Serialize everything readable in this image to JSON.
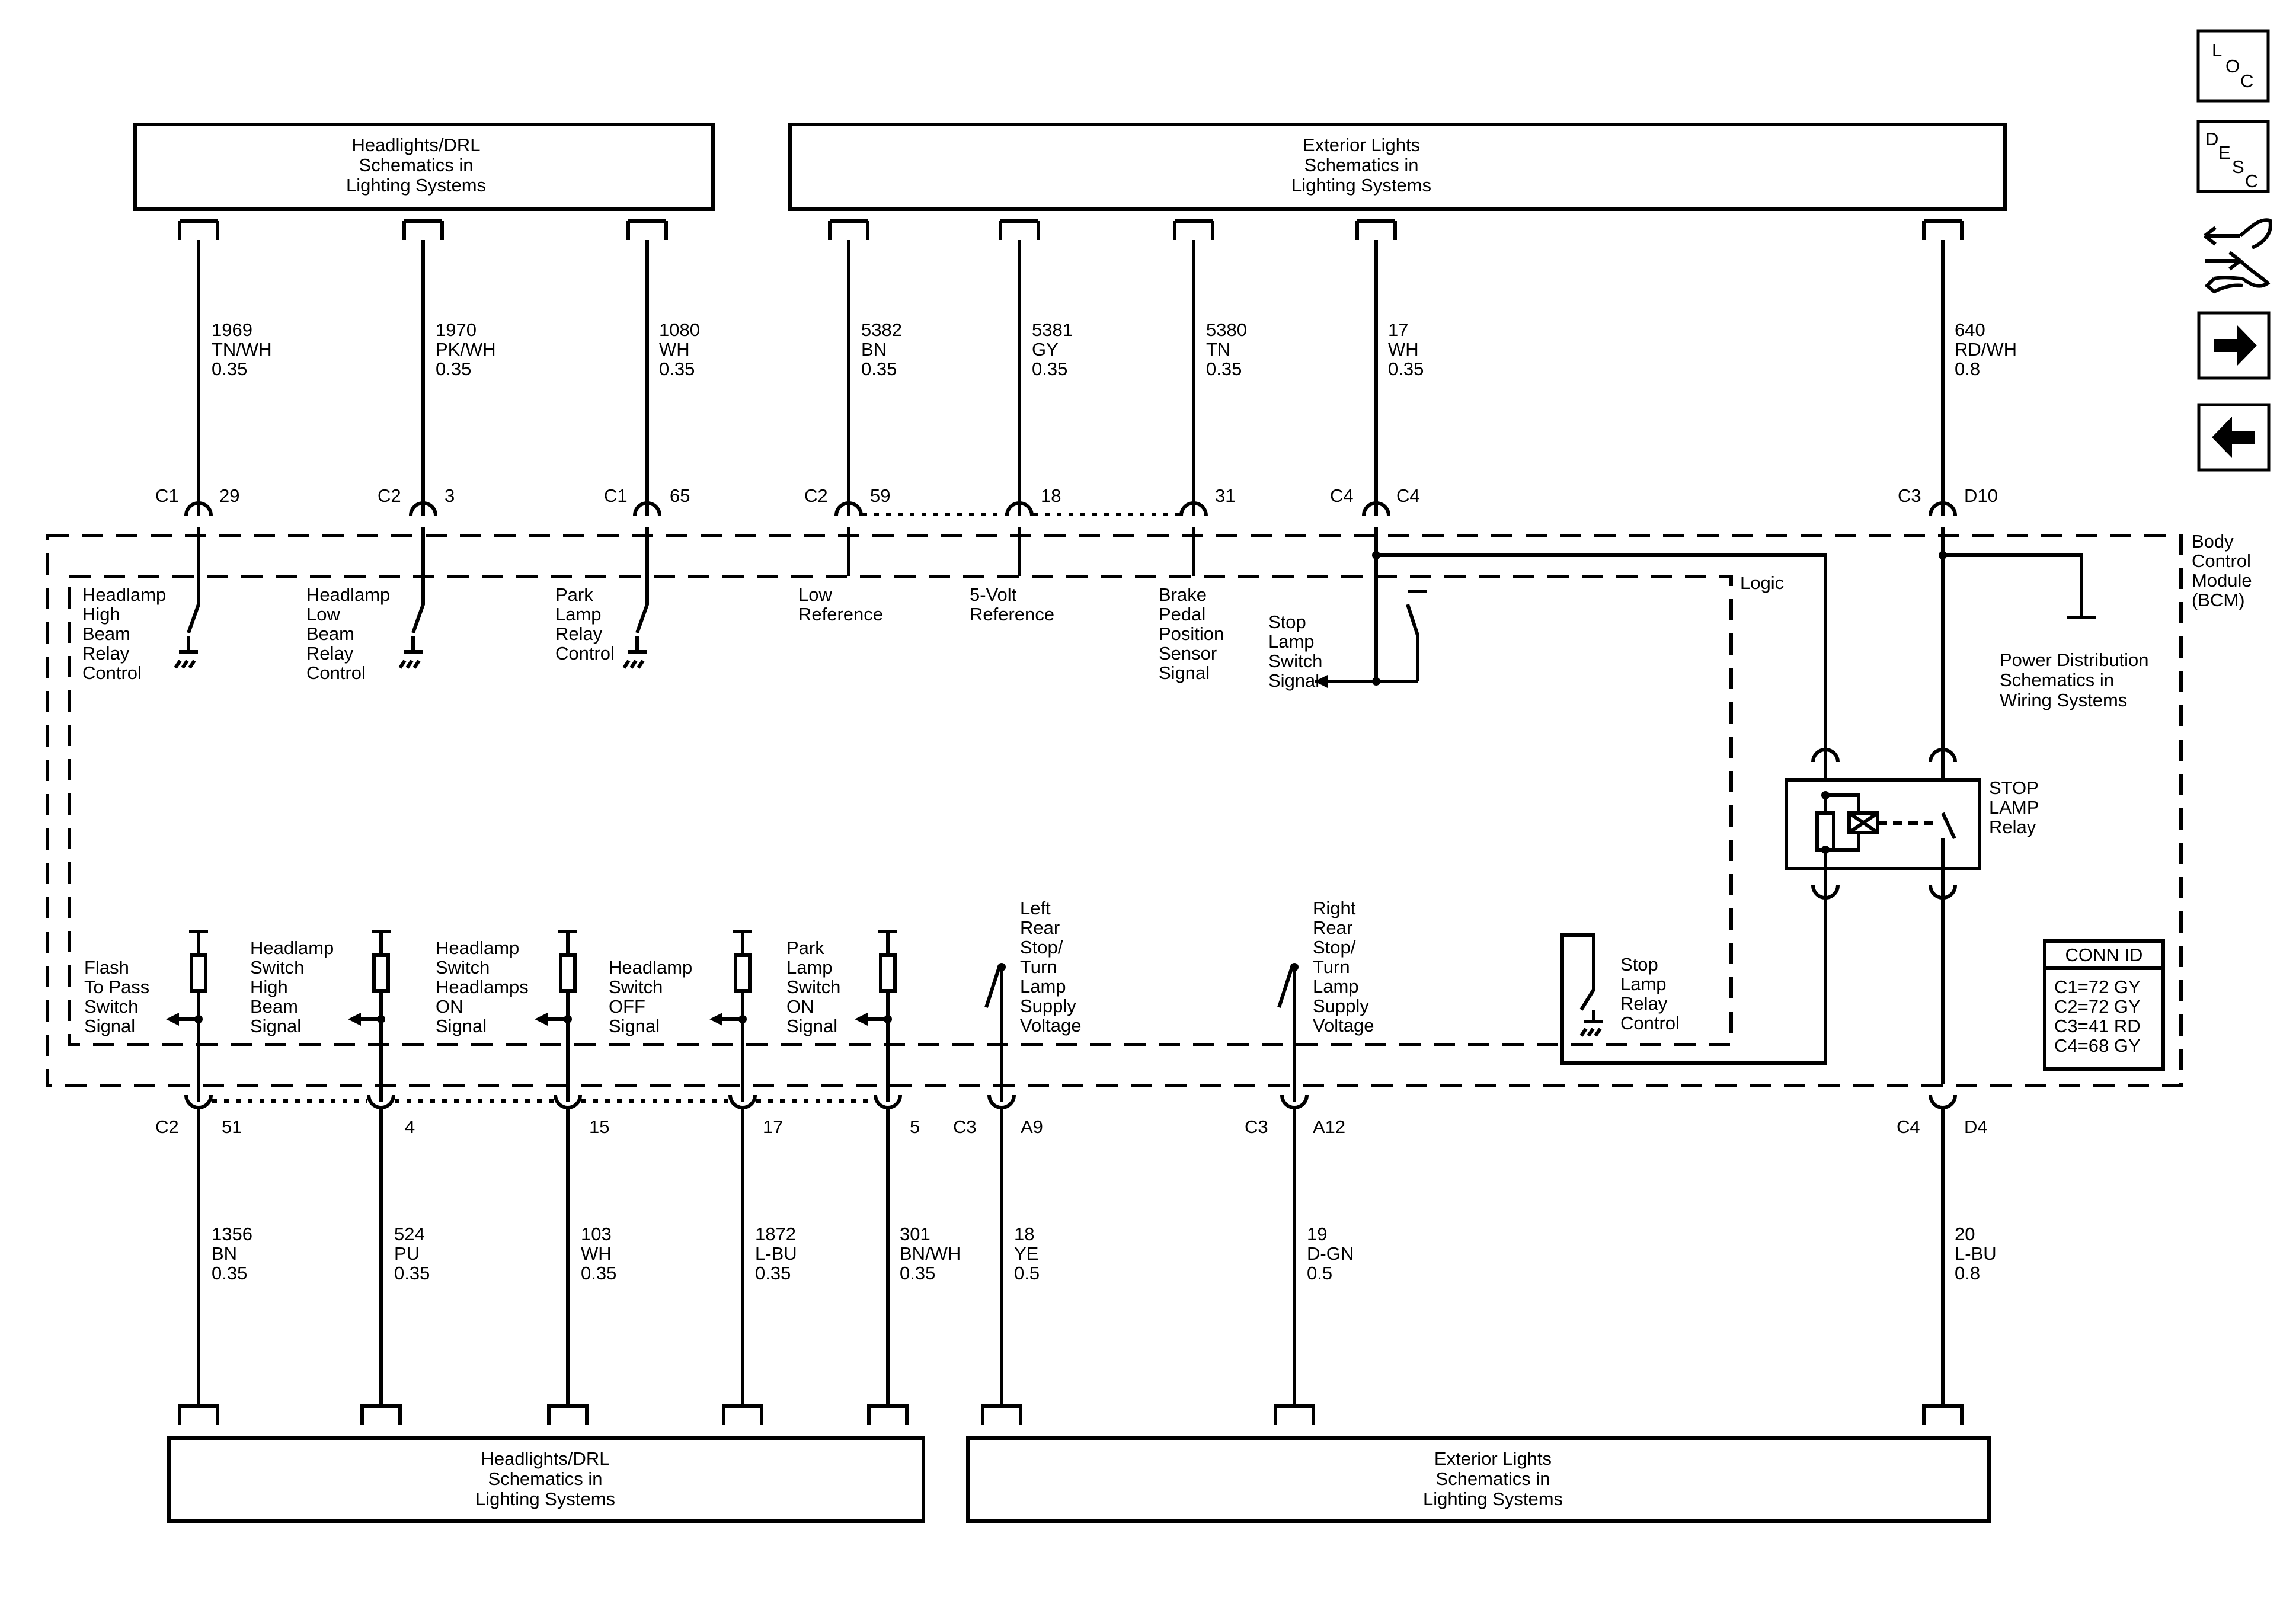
{
  "top_boxes": {
    "headlights": [
      "Headlights/DRL",
      "Schematics in",
      "Lighting Systems"
    ],
    "exterior": [
      "Exterior Lights",
      "Schematics in",
      "Lighting Systems"
    ]
  },
  "bottom_boxes": {
    "headlights": [
      "Headlights/DRL",
      "Schematics in",
      "Lighting Systems"
    ],
    "exterior": [
      "Exterior Lights",
      "Schematics in",
      "Lighting Systems"
    ]
  },
  "top_wires": [
    {
      "circuit": "1969",
      "color": "TN/WH",
      "size": "0.35",
      "conn": "C1",
      "pin": "29"
    },
    {
      "circuit": "1970",
      "color": "PK/WH",
      "size": "0.35",
      "conn": "C2",
      "pin": "3"
    },
    {
      "circuit": "1080",
      "color": "WH",
      "size": "0.35",
      "conn": "C1",
      "pin": "65"
    },
    {
      "circuit": "5382",
      "color": "BN",
      "size": "0.35",
      "conn": "C2",
      "pin": "59"
    },
    {
      "circuit": "5381",
      "color": "GY",
      "size": "0.35",
      "conn": "",
      "pin": "18"
    },
    {
      "circuit": "5380",
      "color": "TN",
      "size": "0.35",
      "conn": "",
      "pin": "31"
    },
    {
      "circuit": "17",
      "color": "WH",
      "size": "0.35",
      "conn": "C4",
      "pin": "C4"
    },
    {
      "circuit": "640",
      "color": "RD/WH",
      "size": "0.8",
      "conn": "C3",
      "pin": "D10"
    }
  ],
  "bottom_wires": [
    {
      "circuit": "1356",
      "color": "BN",
      "size": "0.35",
      "conn": "C2",
      "pin": "51"
    },
    {
      "circuit": "524",
      "color": "PU",
      "size": "0.35",
      "conn": "",
      "pin": "4"
    },
    {
      "circuit": "103",
      "color": "WH",
      "size": "0.35",
      "conn": "",
      "pin": "15"
    },
    {
      "circuit": "1872",
      "color": "L-BU",
      "size": "0.35",
      "conn": "",
      "pin": "17"
    },
    {
      "circuit": "301",
      "color": "BN/WH",
      "size": "0.35",
      "conn": "",
      "pin": "5"
    },
    {
      "circuit": "18",
      "color": "YE",
      "size": "0.5",
      "conn": "C3",
      "pin": "A9"
    },
    {
      "circuit": "19",
      "color": "D-GN",
      "size": "0.5",
      "conn": "C3",
      "pin": "A12"
    },
    {
      "circuit": "20",
      "color": "L-BU",
      "size": "0.8",
      "conn": "C4",
      "pin": "D4"
    }
  ],
  "bcm_label": [
    "Body",
    "Control",
    "Module",
    "(BCM)"
  ],
  "logic_label": "Logic",
  "upper_signals": {
    "high_beam": [
      "Headlamp",
      "High",
      "Beam",
      "Relay",
      "Control"
    ],
    "low_beam": [
      "Headlamp",
      "Low",
      "Beam",
      "Relay",
      "Control"
    ],
    "park": [
      "Park",
      "Lamp",
      "Relay",
      "Control"
    ],
    "low_ref": [
      "Low",
      "Reference"
    ],
    "volt_ref": [
      "5-Volt",
      "Reference"
    ],
    "brake": [
      "Brake",
      "Pedal",
      "Position",
      "Sensor",
      "Signal"
    ],
    "stop_switch": [
      "Stop",
      "Lamp",
      "Switch",
      "Signal"
    ]
  },
  "power_dist": [
    "Power Distribution",
    "Schematics in",
    "Wiring Systems"
  ],
  "stop_relay": [
    "STOP",
    "LAMP",
    "Relay"
  ],
  "lower_signals": {
    "flash": [
      "Flash",
      "To Pass",
      "Switch",
      "Signal"
    ],
    "hs_high": [
      "Headlamp",
      "Switch",
      "High",
      "Beam",
      "Signal"
    ],
    "hs_on": [
      "Headlamp",
      "Switch",
      "Headlamps",
      "ON",
      "Signal"
    ],
    "hs_off": [
      "Headlamp",
      "Switch",
      "OFF",
      "Signal"
    ],
    "park_on": [
      "Park",
      "Lamp",
      "Switch",
      "ON",
      "Signal"
    ],
    "left_rear": [
      "Left",
      "Rear",
      "Stop/",
      "Turn",
      "Lamp",
      "Supply",
      "Voltage"
    ],
    "right_rear": [
      "Right",
      "Rear",
      "Stop/",
      "Turn",
      "Lamp",
      "Supply",
      "Voltage"
    ],
    "stop_relay_ctrl": [
      "Stop",
      "Lamp",
      "Relay",
      "Control"
    ]
  },
  "conn_id": {
    "title": "CONN ID",
    "rows": [
      "C1=72 GY",
      "C2=72 GY",
      "C3=41 RD",
      "C4=68 GY"
    ]
  },
  "nav": {
    "loc": [
      "L",
      "O",
      "C"
    ],
    "desc": [
      "D",
      "E",
      "S",
      "C"
    ]
  }
}
